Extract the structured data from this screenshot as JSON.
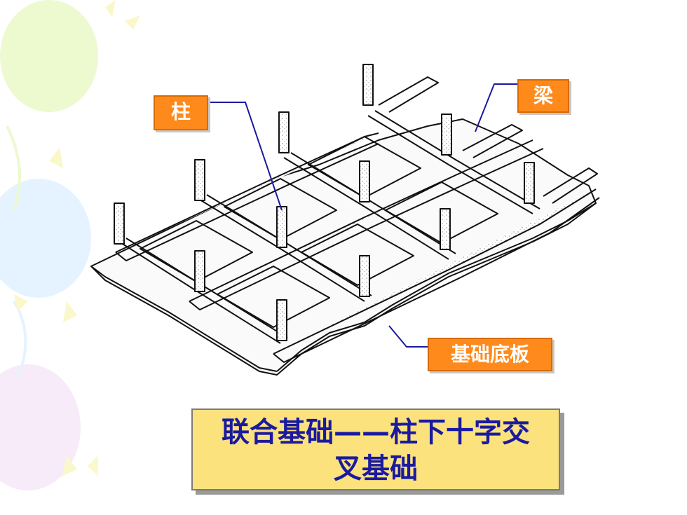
{
  "labels": {
    "column": "柱",
    "beam": "梁",
    "slab": "基础底板"
  },
  "caption": {
    "line1": "联合基础——柱下十字交",
    "line2": "叉基础"
  },
  "colors": {
    "label_bg": "#ff8a1c",
    "caption_bg": "#fbe27d",
    "caption_text": "#1a1aa0",
    "leader_line": "#1a1aa0"
  }
}
